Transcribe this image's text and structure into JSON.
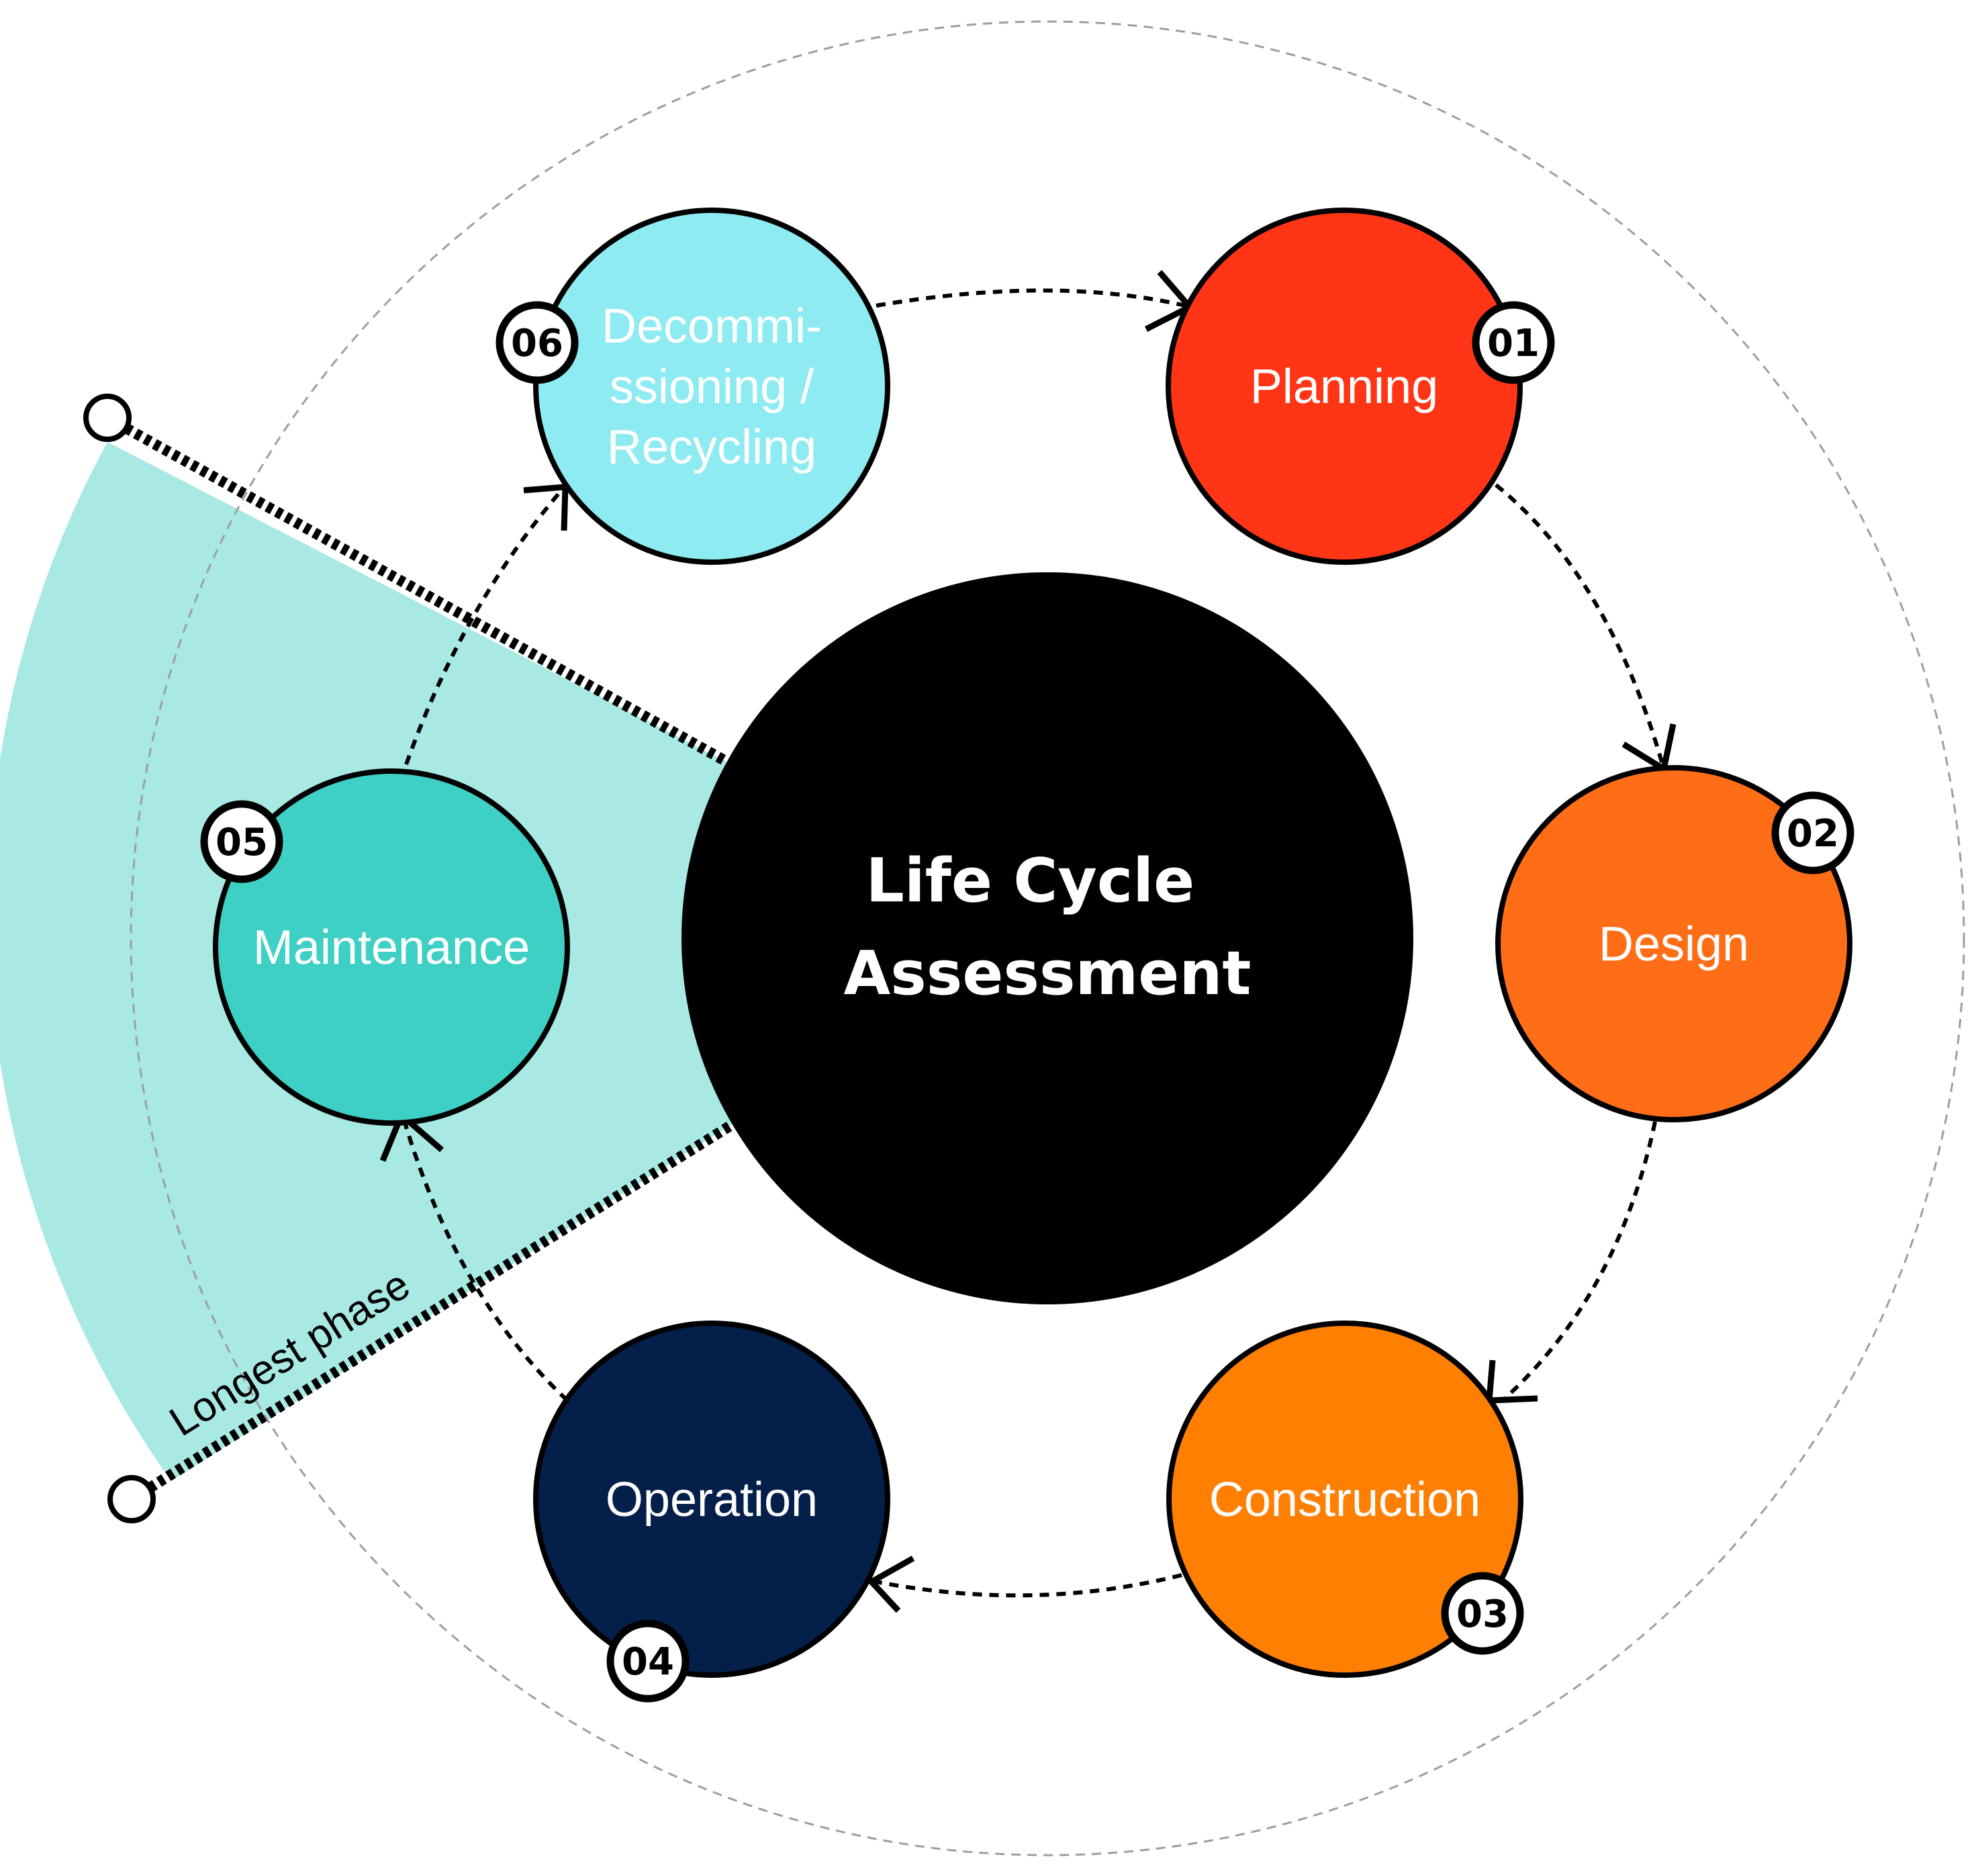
{
  "center": {
    "lines": [
      "Life Cycle",
      "Assessment"
    ]
  },
  "band": {
    "label": "Longest phase",
    "color": "#a8e9e3"
  },
  "phases": [
    {
      "id": "planning",
      "number": "01",
      "lines": [
        "Planning"
      ],
      "color": "#ff3516"
    },
    {
      "id": "design",
      "number": "02",
      "lines": [
        "Design"
      ],
      "color": "#ff6d17"
    },
    {
      "id": "construction",
      "number": "03",
      "lines": [
        "Construction"
      ],
      "color": "#ff7f03"
    },
    {
      "id": "operation",
      "number": "04",
      "lines": [
        "Operation"
      ],
      "color": "#041f4a"
    },
    {
      "id": "maintenance",
      "number": "05",
      "lines": [
        "Maintenance"
      ],
      "color": "#3ed0c4"
    },
    {
      "id": "decommissioning",
      "number": "06",
      "lines": [
        "Decommi-",
        "ssioning /",
        "Recycling"
      ],
      "color": "#8eebf2"
    }
  ]
}
